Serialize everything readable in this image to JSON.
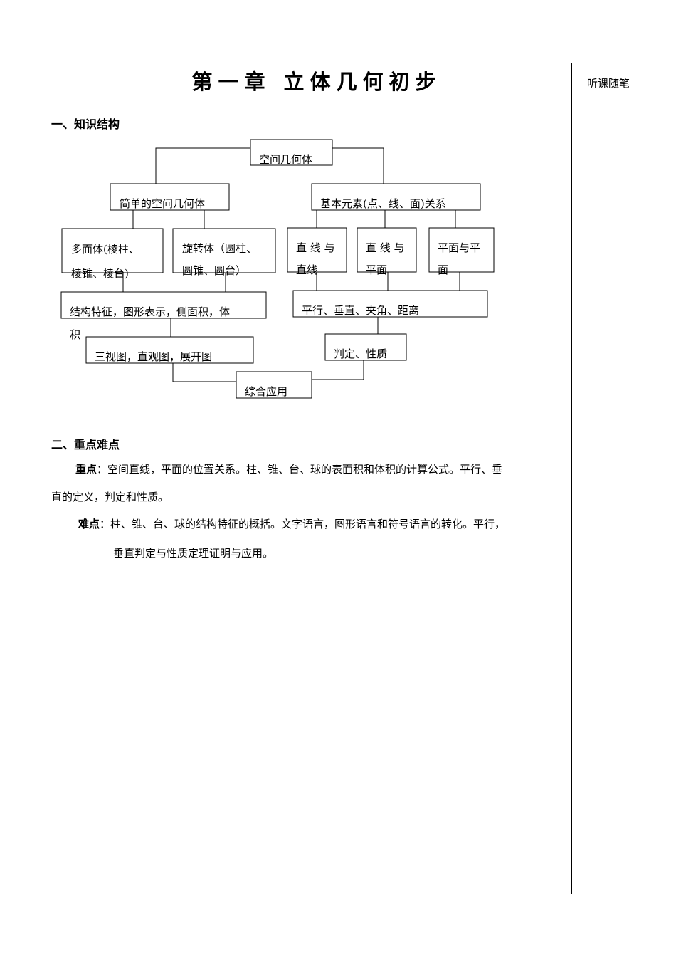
{
  "document": {
    "title": "第一章 立体几何初步",
    "side_note": "听课随笔",
    "section1_heading": "一、知识结构",
    "section2_heading": "二、重点难点"
  },
  "diagram": {
    "root": "空间几何体",
    "simple_solids": "简单的空间几何体",
    "basic_elements": "基本元素(点、线、面)关系",
    "polyhedron_line1": "多面体(棱柱、",
    "polyhedron_line2": "棱锥、棱台)",
    "rotation_line1": "旋转体（圆柱、",
    "rotation_line2": "圆锥、圆台）",
    "line_line_1": "直 线 与",
    "line_line_2": "直线",
    "line_plane_1": "直 线 与",
    "line_plane_2": "平面",
    "plane_plane_1": "平面与平",
    "plane_plane_2": "面",
    "structure_line1": "结构特征，图形表示，侧面积，体",
    "structure_line2": "积",
    "relations": "平行、垂直、夹角、距离",
    "views": "三视图，直观图，展开图",
    "judgement": "判定、性质",
    "application": "综合应用"
  },
  "key_points": {
    "key_label": "重点",
    "key_line1": "：空间直线，平面的位置关系。柱、锥、台、球的表面积和体积的计算公式。平行、垂",
    "key_line2": "直的定义，判定和性质。",
    "difficult_label": "难点",
    "difficult_line1": "：柱、锥、台、球的结构特征的概括。文字语言，图形语言和符号语言的转化。平行，",
    "difficult_line2": "垂直判定与性质定理证明与应用。"
  }
}
